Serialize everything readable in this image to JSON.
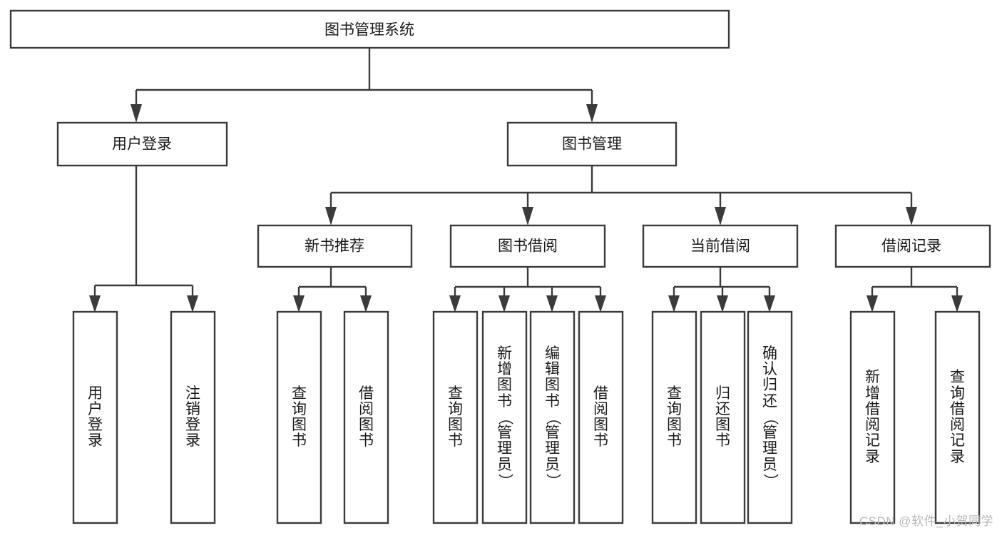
{
  "diagram": {
    "title": "图书管理系统",
    "type": "tree-hierarchy",
    "watermark": "CSDN @软件_小贺同学",
    "colors": {
      "stroke": "#3b3b3b",
      "fill": "#ffffff",
      "text": "#1a1a1a",
      "watermark": "#b8b8b8"
    },
    "root": {
      "label": "图书管理系统"
    },
    "level2": [
      {
        "label": "用户登录"
      },
      {
        "label": "图书管理"
      }
    ],
    "level3": [
      {
        "label": "新书推荐"
      },
      {
        "label": "图书借阅"
      },
      {
        "label": "当前借阅"
      },
      {
        "label": "借阅记录"
      }
    ],
    "leaves": {
      "user_login": [
        {
          "label": "用户登录"
        },
        {
          "label": "注销登录"
        }
      ],
      "new_book_recommend": [
        {
          "label": "查询图书"
        },
        {
          "label": "借阅图书"
        }
      ],
      "book_borrow": [
        {
          "label": "查询图书"
        },
        {
          "label": "新增图书（管理员）"
        },
        {
          "label": "编辑图书（管理员）"
        },
        {
          "label": "借阅图书"
        }
      ],
      "current_borrow": [
        {
          "label": "查询图书"
        },
        {
          "label": "归还图书"
        },
        {
          "label": "确认归还（管理员）"
        }
      ],
      "borrow_record": [
        {
          "label": "新增借阅记录"
        },
        {
          "label": "查询借阅记录"
        }
      ]
    }
  }
}
